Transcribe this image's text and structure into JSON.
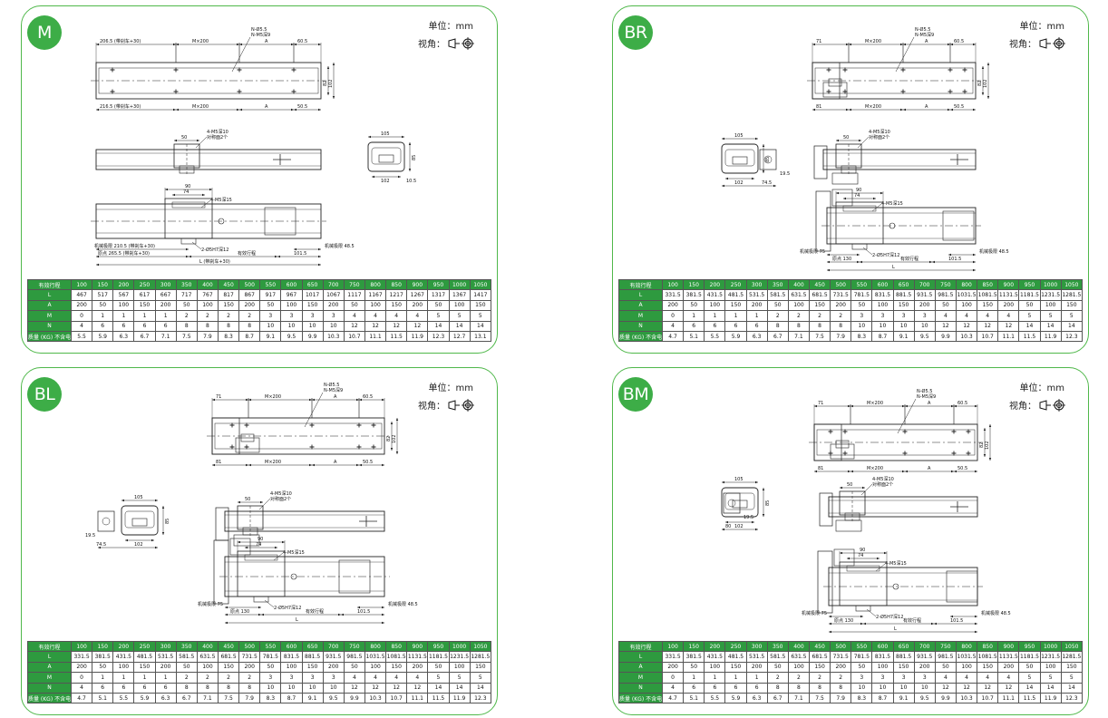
{
  "common": {
    "unit_label": "单位：mm",
    "view_label": "视角：",
    "accent_color": "#3dad47",
    "table_header_color": "#2e9a3f"
  },
  "panels": [
    {
      "badge": "M",
      "dims": {
        "top_left": "206.5 (带刹车+30)",
        "top_m": "M×200",
        "top_a": "A",
        "top_right": "60.5",
        "n_hole1": "N-Ø5.5",
        "n_hole2": "N-M5深9",
        "h82": "82",
        "h102": "102",
        "bot_left": "216.5 (带刹车+30)",
        "bot_m": "M×200",
        "bot_a": "A",
        "bot_right": "50.5",
        "side_50": "50",
        "side_tap1": "4-M5深10",
        "side_tap2": "对称面2个",
        "end_105": "105",
        "end_85": "85",
        "end_102": "102",
        "end_15": "10.5",
        "c_90": "90",
        "c_74": "74",
        "c_tap": "4-M5深15",
        "c_pin": "2-Ø5H7深12",
        "c_mech1": "机械极限 210.5 (带刹车+30)",
        "c_origin": "原点 265.5 (带刹车+30)",
        "c_mech2": "机械极限 48.5",
        "c_stroke": "有效行程",
        "c_101": "101.5",
        "c_L": "L (带刹车+30)"
      },
      "table": {
        "header": "有效行程",
        "cols": [
          "100",
          "150",
          "200",
          "250",
          "300",
          "350",
          "400",
          "450",
          "500",
          "550",
          "600",
          "650",
          "700",
          "750",
          "800",
          "850",
          "900",
          "950",
          "1000",
          "1050"
        ],
        "rows": [
          {
            "label": "L",
            "values": [
              "467",
              "517",
              "567",
              "617",
              "667",
              "717",
              "767",
              "817",
              "867",
              "917",
              "967",
              "1017",
              "1067",
              "1117",
              "1167",
              "1217",
              "1267",
              "1317",
              "1367",
              "1417"
            ]
          },
          {
            "label": "A",
            "values": [
              "200",
              "50",
              "100",
              "150",
              "200",
              "50",
              "100",
              "150",
              "200",
              "50",
              "100",
              "150",
              "200",
              "50",
              "100",
              "150",
              "200",
              "50",
              "100",
              "150"
            ]
          },
          {
            "label": "M",
            "values": [
              "0",
              "1",
              "1",
              "1",
              "1",
              "2",
              "2",
              "2",
              "2",
              "3",
              "3",
              "3",
              "3",
              "4",
              "4",
              "4",
              "4",
              "5",
              "5",
              "5"
            ]
          },
          {
            "label": "N",
            "values": [
              "4",
              "6",
              "6",
              "6",
              "6",
              "8",
              "8",
              "8",
              "8",
              "10",
              "10",
              "10",
              "10",
              "12",
              "12",
              "12",
              "12",
              "14",
              "14",
              "14"
            ]
          },
          {
            "label": "质量 (KG) 不含电机",
            "values": [
              "5.5",
              "5.9",
              "6.3",
              "6.7",
              "7.1",
              "7.5",
              "7.9",
              "8.3",
              "8.7",
              "9.1",
              "9.5",
              "9.9",
              "10.3",
              "10.7",
              "11.1",
              "11.5",
              "11.9",
              "12.3",
              "12.7",
              "13.1"
            ]
          }
        ]
      }
    },
    {
      "badge": "BR",
      "dims": {
        "top_71": "71",
        "top_m": "M×200",
        "top_a": "A",
        "top_right": "60.5",
        "n_hole1": "N-Ø5.5",
        "n_hole2": "N-M5深9",
        "h82": "82",
        "h102": "102",
        "bot_81": "81",
        "bot_m": "M×200",
        "bot_a": "A",
        "bot_right": "50.5",
        "end_105": "105",
        "end_85": "85",
        "end_102": "102",
        "end_745": "74.5",
        "end_195": "19.5",
        "side_50": "50",
        "side_tap1": "4-M5深10",
        "side_tap2": "对称面2个",
        "c_90": "90",
        "c_74": "74",
        "c_tap": "4-M5深15",
        "c_pin": "2-Ø5H7深12",
        "c_mech1": "机械极限 75",
        "c_origin": "原点 130",
        "c_mech2": "机械极限 48.5",
        "c_stroke": "有效行程",
        "c_101": "101.5",
        "c_L": "L"
      },
      "table": {
        "header": "有效行程",
        "cols": [
          "100",
          "150",
          "200",
          "250",
          "300",
          "350",
          "400",
          "450",
          "500",
          "550",
          "600",
          "650",
          "700",
          "750",
          "800",
          "850",
          "900",
          "950",
          "1000",
          "1050"
        ],
        "rows": [
          {
            "label": "L",
            "values": [
              "331.5",
              "381.5",
              "431.5",
              "481.5",
              "531.5",
              "581.5",
              "631.5",
              "681.5",
              "731.5",
              "781.5",
              "831.5",
              "881.5",
              "931.5",
              "981.5",
              "1031.5",
              "1081.5",
              "1131.5",
              "1181.5",
              "1231.5",
              "1281.5"
            ]
          },
          {
            "label": "A",
            "values": [
              "200",
              "50",
              "100",
              "150",
              "200",
              "50",
              "100",
              "150",
              "200",
              "50",
              "100",
              "150",
              "200",
              "50",
              "100",
              "150",
              "200",
              "50",
              "100",
              "150"
            ]
          },
          {
            "label": "M",
            "values": [
              "0",
              "1",
              "1",
              "1",
              "1",
              "2",
              "2",
              "2",
              "2",
              "3",
              "3",
              "3",
              "3",
              "4",
              "4",
              "4",
              "4",
              "5",
              "5",
              "5"
            ]
          },
          {
            "label": "N",
            "values": [
              "4",
              "6",
              "6",
              "6",
              "6",
              "8",
              "8",
              "8",
              "8",
              "10",
              "10",
              "10",
              "10",
              "12",
              "12",
              "12",
              "12",
              "14",
              "14",
              "14"
            ]
          },
          {
            "label": "质量 (KG) 不含电机",
            "values": [
              "4.7",
              "5.1",
              "5.5",
              "5.9",
              "6.3",
              "6.7",
              "7.1",
              "7.5",
              "7.9",
              "8.3",
              "8.7",
              "9.1",
              "9.5",
              "9.9",
              "10.3",
              "10.7",
              "11.1",
              "11.5",
              "11.9",
              "12.3"
            ]
          }
        ]
      }
    },
    {
      "badge": "BL",
      "dims": {
        "top_71": "71",
        "top_m": "M×200",
        "top_a": "A",
        "top_right": "60.5",
        "n_hole1": "N-Ø5.5",
        "n_hole2": "N-M5深9",
        "h82": "82",
        "h102": "102",
        "bot_81": "81",
        "bot_m": "M×200",
        "bot_a": "A",
        "bot_right": "50.5",
        "end_105": "105",
        "end_85": "85",
        "end_102": "102",
        "end_745": "74.5",
        "end_195": "19.5",
        "side_50": "50",
        "side_tap1": "4-M5深10",
        "side_tap2": "对称面2个",
        "c_90": "90",
        "c_74": "74",
        "c_tap": "4-M5深15",
        "c_pin": "2-Ø5H7深12",
        "c_mech1": "机械极限 75",
        "c_origin": "原点 130",
        "c_mech2": "机械极限 48.5",
        "c_stroke": "有效行程",
        "c_101": "101.5",
        "c_L": "L"
      },
      "table": {
        "header": "有效行程",
        "cols": [
          "100",
          "150",
          "200",
          "250",
          "300",
          "350",
          "400",
          "450",
          "500",
          "550",
          "600",
          "650",
          "700",
          "750",
          "800",
          "850",
          "900",
          "950",
          "1000",
          "1050"
        ],
        "rows": [
          {
            "label": "L",
            "values": [
              "331.5",
              "381.5",
              "431.5",
              "481.5",
              "531.5",
              "581.5",
              "631.5",
              "681.5",
              "731.5",
              "781.5",
              "831.5",
              "881.5",
              "931.5",
              "981.5",
              "1031.5",
              "1081.5",
              "1131.5",
              "1181.5",
              "1231.5",
              "1281.5"
            ]
          },
          {
            "label": "A",
            "values": [
              "200",
              "50",
              "100",
              "150",
              "200",
              "50",
              "100",
              "150",
              "200",
              "50",
              "100",
              "150",
              "200",
              "50",
              "100",
              "150",
              "200",
              "50",
              "100",
              "150"
            ]
          },
          {
            "label": "M",
            "values": [
              "0",
              "1",
              "1",
              "1",
              "1",
              "2",
              "2",
              "2",
              "2",
              "3",
              "3",
              "3",
              "3",
              "4",
              "4",
              "4",
              "4",
              "5",
              "5",
              "5"
            ]
          },
          {
            "label": "N",
            "values": [
              "4",
              "6",
              "6",
              "6",
              "6",
              "8",
              "8",
              "8",
              "8",
              "10",
              "10",
              "10",
              "10",
              "12",
              "12",
              "12",
              "12",
              "14",
              "14",
              "14"
            ]
          },
          {
            "label": "质量 (KG) 不含电机",
            "values": [
              "4.7",
              "5.1",
              "5.5",
              "5.9",
              "6.3",
              "6.7",
              "7.1",
              "7.5",
              "7.9",
              "8.3",
              "8.7",
              "9.1",
              "9.5",
              "9.9",
              "10.3",
              "10.7",
              "11.1",
              "11.5",
              "11.9",
              "12.3"
            ]
          }
        ]
      }
    },
    {
      "badge": "BM",
      "dims": {
        "top_71": "71",
        "top_m": "M×200",
        "top_a": "A",
        "top_right": "60.5",
        "n_hole1": "N-Ø5.5",
        "n_hole2": "N-M5深9",
        "h82": "82",
        "h102": "102",
        "bot_81": "81",
        "bot_m": "M×200",
        "bot_a": "A",
        "bot_right": "50.5",
        "end_105": "105",
        "end_85": "85",
        "end_102": "102",
        "end_745": "80",
        "end_195": "19.5",
        "side_50": "50",
        "side_tap1": "4-M5深10",
        "side_tap2": "对称面2个",
        "c_90": "90",
        "c_74": "74",
        "c_tap": "4-M5深15",
        "c_pin": "2-Ø5H7深12",
        "c_mech1": "机械极限 75",
        "c_origin": "原点 130",
        "c_mech2": "机械极限 48.5",
        "c_stroke": "有效行程",
        "c_101": "101.5",
        "c_L": "L"
      },
      "table": {
        "header": "有效行程",
        "cols": [
          "100",
          "150",
          "200",
          "250",
          "300",
          "350",
          "400",
          "450",
          "500",
          "550",
          "600",
          "650",
          "700",
          "750",
          "800",
          "850",
          "900",
          "950",
          "1000",
          "1050"
        ],
        "rows": [
          {
            "label": "L",
            "values": [
              "331.5",
              "381.5",
              "431.5",
              "481.5",
              "531.5",
              "581.5",
              "631.5",
              "681.5",
              "731.5",
              "781.5",
              "831.5",
              "881.5",
              "931.5",
              "981.5",
              "1031.5",
              "1081.5",
              "1131.5",
              "1181.5",
              "1231.5",
              "1281.5"
            ]
          },
          {
            "label": "A",
            "values": [
              "200",
              "50",
              "100",
              "150",
              "200",
              "50",
              "100",
              "150",
              "200",
              "50",
              "100",
              "150",
              "200",
              "50",
              "100",
              "150",
              "200",
              "50",
              "100",
              "150"
            ]
          },
          {
            "label": "M",
            "values": [
              "0",
              "1",
              "1",
              "1",
              "1",
              "2",
              "2",
              "2",
              "2",
              "3",
              "3",
              "3",
              "3",
              "4",
              "4",
              "4",
              "4",
              "5",
              "5",
              "5"
            ]
          },
          {
            "label": "N",
            "values": [
              "4",
              "6",
              "6",
              "6",
              "6",
              "8",
              "8",
              "8",
              "8",
              "10",
              "10",
              "10",
              "10",
              "12",
              "12",
              "12",
              "12",
              "14",
              "14",
              "14"
            ]
          },
          {
            "label": "质量 (KG) 不含电机",
            "values": [
              "4.7",
              "5.1",
              "5.5",
              "5.9",
              "6.3",
              "6.7",
              "7.1",
              "7.5",
              "7.9",
              "8.3",
              "8.7",
              "9.1",
              "9.5",
              "9.9",
              "10.3",
              "10.7",
              "11.1",
              "11.5",
              "11.9",
              "12.3"
            ]
          }
        ]
      }
    }
  ]
}
